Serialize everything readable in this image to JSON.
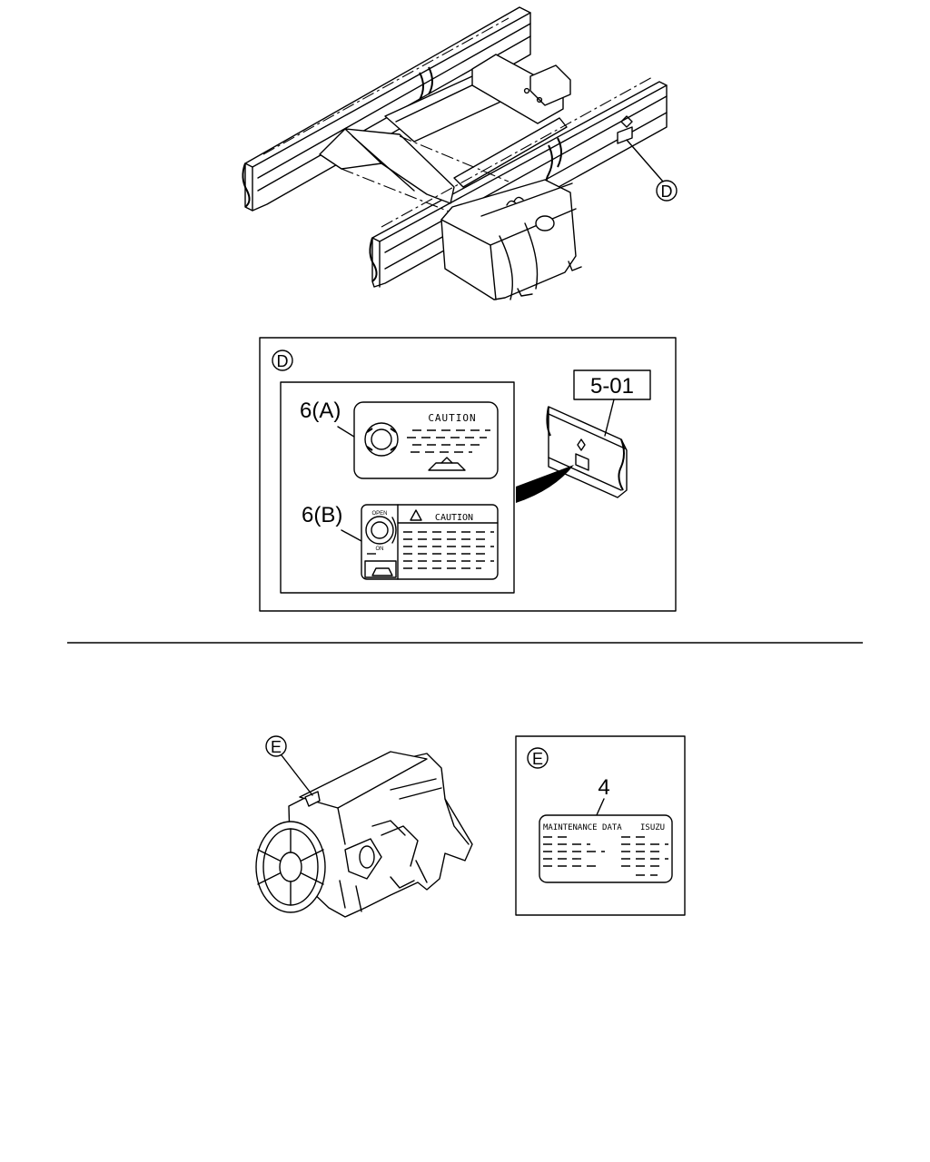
{
  "callouts": {
    "frame_label": "D",
    "detail_d_label": "D",
    "label_6a": "6(A)",
    "label_6b": "6(B)",
    "ref_501": "5-01",
    "engine_label": "E",
    "detail_e_label": "E",
    "item_4": "4"
  },
  "decals": {
    "caution_a": "CAUTION",
    "caution_b": "CAUTION",
    "dial_top": "OPEN",
    "dial_bottom": "ON",
    "maintenance_title": "MAINTENANCE DATA",
    "brand": "ISUZU"
  }
}
